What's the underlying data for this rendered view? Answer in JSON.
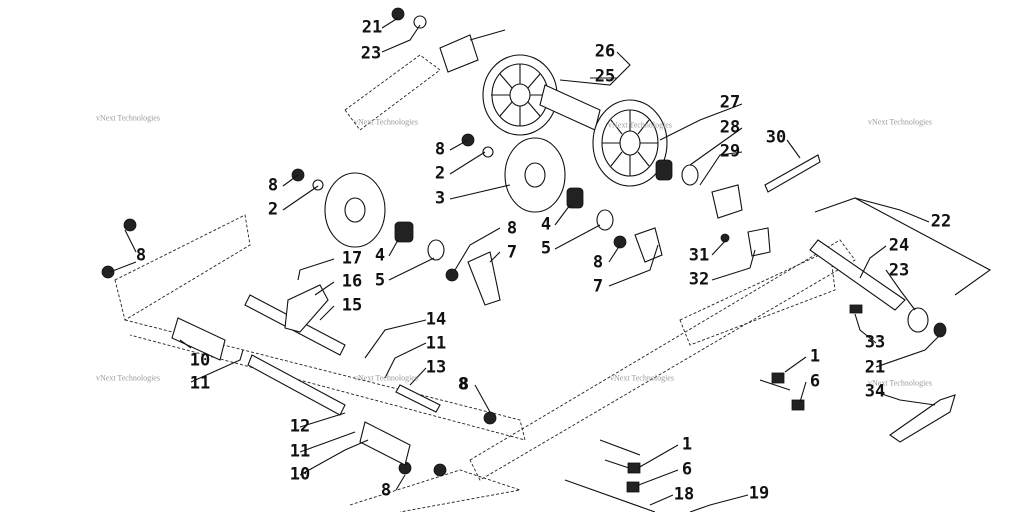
{
  "watermark": "vNext Technologies",
  "callouts": [
    "21",
    "23",
    "26",
    "25",
    "27",
    "28",
    "29",
    "30",
    "8",
    "2",
    "3",
    "8",
    "2",
    "8",
    "4",
    "5",
    "4",
    "5",
    "8",
    "7",
    "8",
    "7",
    "31",
    "32",
    "22",
    "24",
    "23",
    "17",
    "16",
    "15",
    "8",
    "14",
    "11",
    "13",
    "10",
    "11",
    "33",
    "21",
    "34",
    "1",
    "6",
    "8",
    "12",
    "11",
    "10",
    "1",
    "6",
    "18",
    "19",
    "8"
  ]
}
